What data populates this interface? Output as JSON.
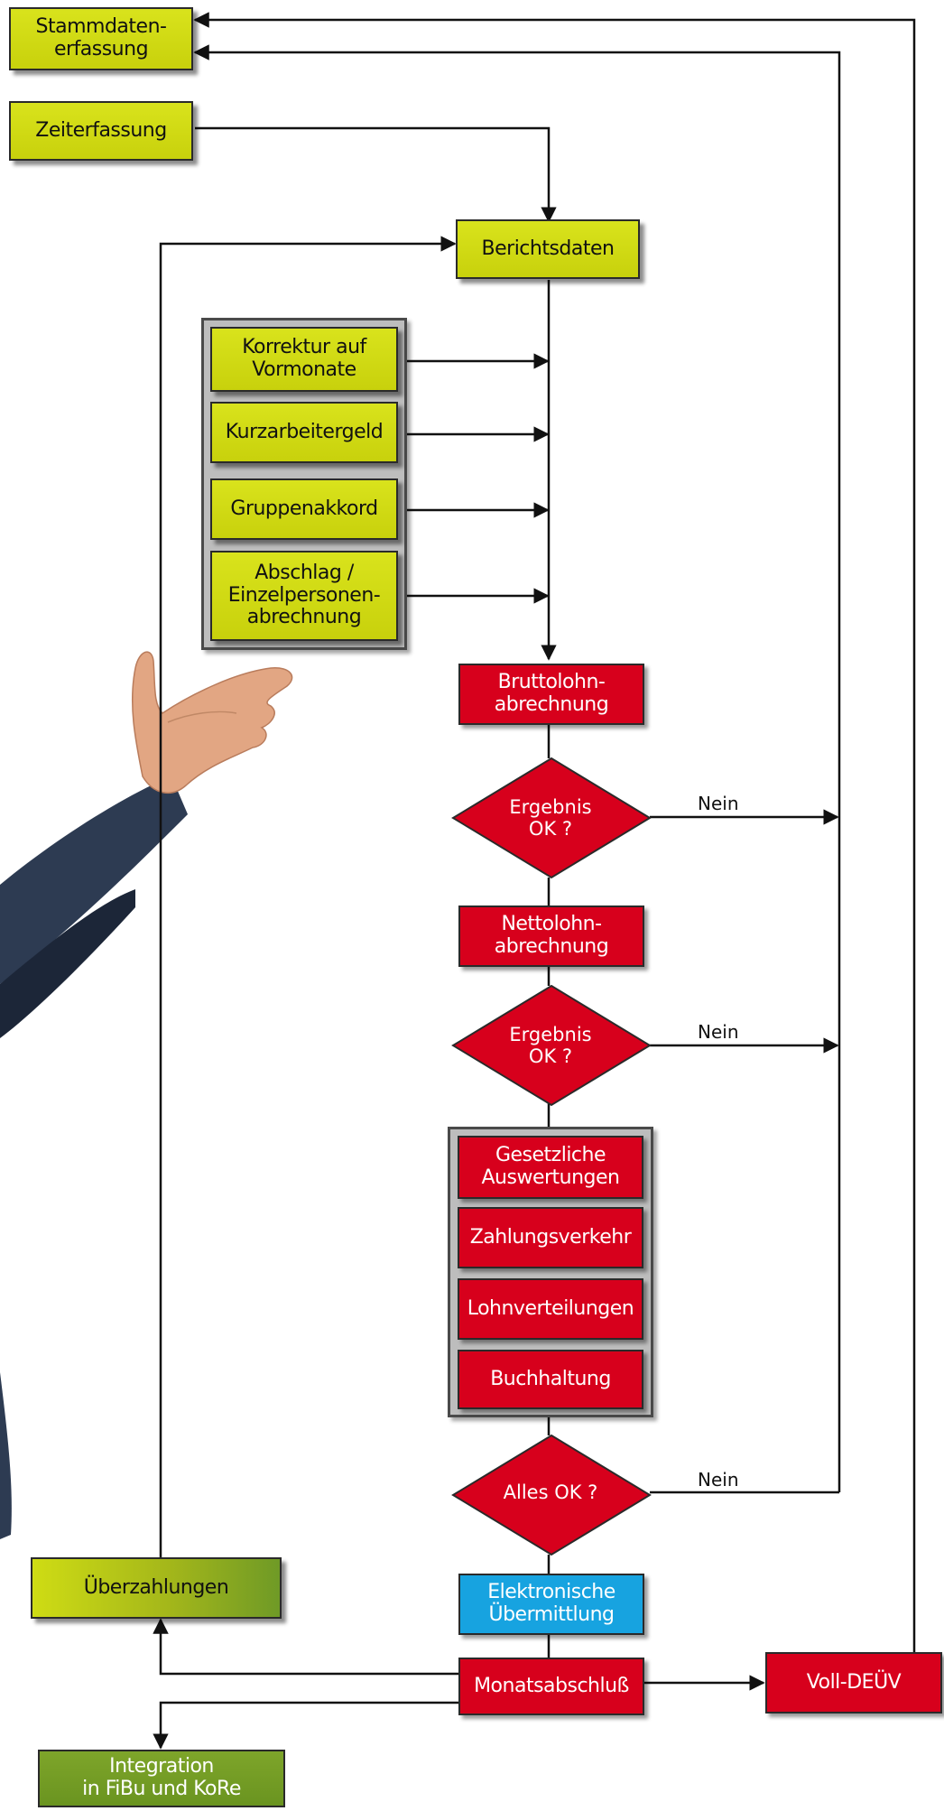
{
  "input": {
    "stammdaten": "Stammdaten-\nerfassung",
    "zeiterfassung": "Zeiterfassung",
    "berichtsdaten": "Berichtsdaten"
  },
  "corrections": {
    "items": [
      "Korrektur auf\nVormonate",
      "Kurzarbeitergeld",
      "Gruppenakkord",
      "Abschlag /\nEinzelpersonen-\nabrechnung"
    ]
  },
  "process": {
    "brutto": "Bruttolohn-\nabrechnung",
    "decision1": "Ergebnis\nOK ?",
    "netto": "Nettolohn-\nabrechnung",
    "decision2": "Ergebnis\nOK ?",
    "decision3": "Alles OK ?",
    "no_label": "Nein"
  },
  "outputs": {
    "items": [
      "Gesetzliche\nAuswertungen",
      "Zahlungsverkehr",
      "Lohnverteilungen",
      "Buchhaltung"
    ]
  },
  "final": {
    "elektronisch": "Elektronische\nÜbermittlung",
    "monatsabschluss": "Monatsabschluß",
    "voll_deuev": "Voll-DEÜV",
    "ueberzahlungen": "Überzahlungen",
    "integration": "Integration\nin FiBu und KoRe"
  },
  "colors": {
    "yellow": "#d2dc14",
    "red": "#d7001c",
    "blue": "#17a3e0",
    "green": "#6f9a26",
    "line": "#111111"
  }
}
